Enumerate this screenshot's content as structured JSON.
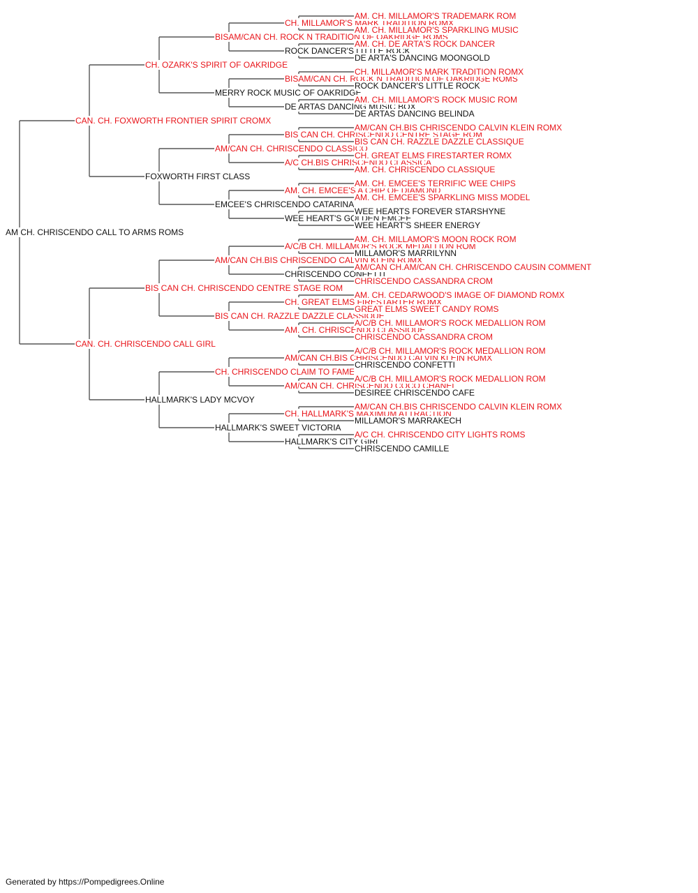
{
  "colors": {
    "titled": "#e8141a",
    "untitled": "#111111",
    "connector": "#555555"
  },
  "footer": "Generated by https://Pompedigrees.Online",
  "pedigree": [
    {
      "name": "AM CH. CHRISCENDO CALL TO ARMS ROMS",
      "titled": false
    },
    {
      "name": "CAN. CH. FOXWORTH FRONTIER SPIRIT CROMX",
      "titled": true
    },
    {
      "name": "CAN. CH. CHRISCENDO CALL GIRL",
      "titled": true
    },
    {
      "name": "CH. OZARK'S SPIRIT OF OAKRIDGE",
      "titled": true
    },
    {
      "name": "FOXWORTH FIRST CLASS",
      "titled": false
    },
    {
      "name": "BIS CAN CH. CHRISCENDO CENTRE STAGE ROM",
      "titled": true
    },
    {
      "name": "HALLMARK'S LADY MCVOY",
      "titled": false
    },
    {
      "name": "BISAM/CAN CH. ROCK N TRADITION OF OAKRIDGE ROMS",
      "titled": true
    },
    {
      "name": "MERRY ROCK MUSIC OF OAKRIDGE",
      "titled": false
    },
    {
      "name": "AM/CAN CH. CHRISCENDO CLASSICO",
      "titled": true
    },
    {
      "name": "EMCEE'S CHRISCENDO CATARINA",
      "titled": false
    },
    {
      "name": "AM/CAN CH.BIS CHRISCENDO CALVIN KLEIN ROMX",
      "titled": true
    },
    {
      "name": "BIS CAN CH. RAZZLE DAZZLE CLASSIQUE",
      "titled": true
    },
    {
      "name": "CH. CHRISCENDO CLAIM TO FAME",
      "titled": true
    },
    {
      "name": "HALLMARK'S SWEET VICTORIA",
      "titled": false
    },
    {
      "name": "CH. MILLAMOR'S MARK TRADITION ROMX",
      "titled": true
    },
    {
      "name": "ROCK DANCER'S LITTLE ROCK",
      "titled": false
    },
    {
      "name": "BISAM/CAN CH. ROCK N TRADITION OF OAKRIDGE ROMS",
      "titled": true
    },
    {
      "name": "DE ARTAS DANCING MUSIC BOX",
      "titled": false
    },
    {
      "name": "BIS CAN CH. CHRISCENDO CENTRE STAGE ROM",
      "titled": true
    },
    {
      "name": "A/C CH.BIS CHRISCENDO CLASSICA",
      "titled": true
    },
    {
      "name": "AM. CH. EMCEE'S A CHIP OF DIAMOND",
      "titled": true
    },
    {
      "name": "WEE HEART'S GOLDEN EMCEE",
      "titled": false
    },
    {
      "name": "A/C/B CH. MILLAMOR'S ROCK MEDALLION ROM",
      "titled": true
    },
    {
      "name": "CHRISCENDO CONFETTI",
      "titled": false
    },
    {
      "name": "CH. GREAT ELMS FIRESTARTER ROMX",
      "titled": true
    },
    {
      "name": "AM. CH. CHRISCENDO CLASSIQUE",
      "titled": true
    },
    {
      "name": "AM/CAN CH.BIS CHRISCENDO CALVIN KLEIN ROMX",
      "titled": true
    },
    {
      "name": "AM/CAN CH. CHRISCENDO COCO CHANEL",
      "titled": true
    },
    {
      "name": "CH. HALLMARK'S MAXIMUM ATTRACTION",
      "titled": true
    },
    {
      "name": "HALLMARK'S CITY GIRL",
      "titled": false
    },
    {
      "name": "AM. CH. MILLAMOR'S TRADEMARK ROM",
      "titled": true
    },
    {
      "name": "AM. CH. MILLAMOR'S SPARKLING MUSIC",
      "titled": true
    },
    {
      "name": "AM. CH. DE ARTA'S ROCK DANCER",
      "titled": true
    },
    {
      "name": "DE ARTA'S DANCING MOONGOLD",
      "titled": false
    },
    {
      "name": "CH. MILLAMOR'S MARK TRADITION ROMX",
      "titled": true
    },
    {
      "name": "ROCK DANCER'S LITTLE ROCK",
      "titled": false
    },
    {
      "name": "AM. CH. MILLAMOR'S ROCK MUSIC ROM",
      "titled": true
    },
    {
      "name": "DE ARTAS DANCING BELINDA",
      "titled": false
    },
    {
      "name": "AM/CAN CH.BIS CHRISCENDO CALVIN KLEIN ROMX",
      "titled": true
    },
    {
      "name": "BIS CAN CH. RAZZLE DAZZLE CLASSIQUE",
      "titled": true
    },
    {
      "name": "CH. GREAT ELMS FIRESTARTER ROMX",
      "titled": true
    },
    {
      "name": "AM. CH. CHRISCENDO CLASSIQUE",
      "titled": true
    },
    {
      "name": "AM. CH. EMCEE'S TERRIFIC WEE CHIPS",
      "titled": true
    },
    {
      "name": "AM. CH. EMCEE'S SPARKLING MISS MODEL",
      "titled": true
    },
    {
      "name": "WEE HEARTS FOREVER STARSHYNE",
      "titled": false
    },
    {
      "name": "WEE HEART'S SHEER ENERGY",
      "titled": false
    },
    {
      "name": "AM. CH. MILLAMOR'S MOON ROCK ROM",
      "titled": true
    },
    {
      "name": "MILLAMOR'S MARRILYNN",
      "titled": false
    },
    {
      "name": "AM/CAN CH.AM/CAN CH. CHRISCENDO CAUSIN COMMENT",
      "titled": true
    },
    {
      "name": "CHRISCENDO CASSANDRA CROM",
      "titled": true
    },
    {
      "name": "AM. CH. CEDARWOOD'S IMAGE OF DIAMOND ROMX",
      "titled": true
    },
    {
      "name": "GREAT ELMS SWEET CANDY ROMS",
      "titled": true
    },
    {
      "name": "A/C/B CH. MILLAMOR'S ROCK MEDALLION ROM",
      "titled": true
    },
    {
      "name": "CHRISCENDO CASSANDRA CROM",
      "titled": true
    },
    {
      "name": "A/C/B CH. MILLAMOR'S ROCK MEDALLION ROM",
      "titled": true
    },
    {
      "name": "CHRISCENDO CONFETTI",
      "titled": false
    },
    {
      "name": "A/C/B CH. MILLAMOR'S ROCK MEDALLION ROM",
      "titled": true
    },
    {
      "name": "DESIREE CHRISCENDO CAFE",
      "titled": false
    },
    {
      "name": "AM/CAN CH.BIS CHRISCENDO CALVIN KLEIN ROMX",
      "titled": true
    },
    {
      "name": "MILLAMOR'S MARRAKECH",
      "titled": false
    },
    {
      "name": "A/C CH. CHRISCENDO CITY LIGHTS ROMS",
      "titled": true
    },
    {
      "name": "CHRISCENDO CAMILLE",
      "titled": false
    }
  ]
}
